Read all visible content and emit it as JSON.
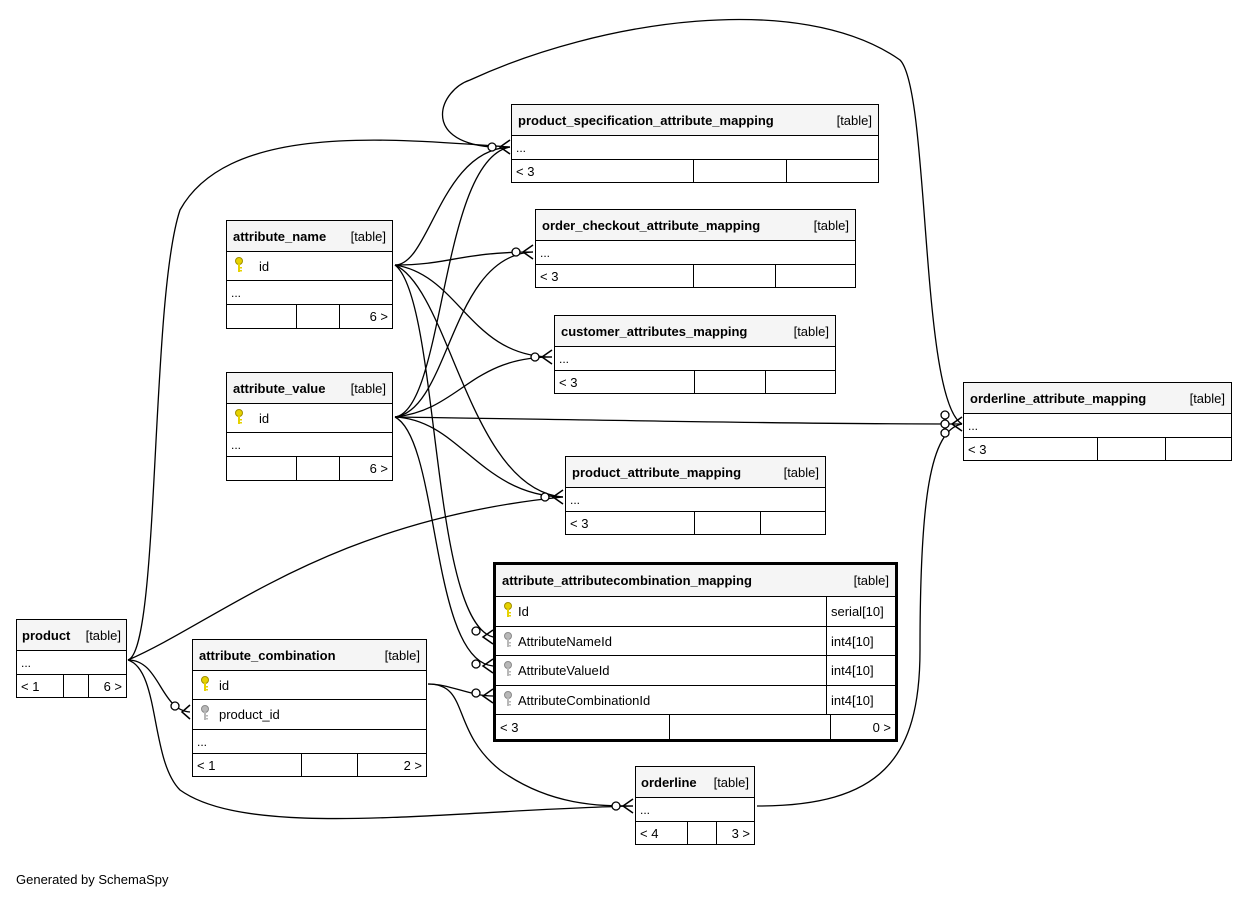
{
  "tables": {
    "psam": {
      "name": "product_specification_attribute_mapping",
      "type": "[table]",
      "dots": "...",
      "foot": [
        "< 3",
        "",
        ""
      ]
    },
    "ocam": {
      "name": "order_checkout_attribute_mapping",
      "type": "[table]",
      "dots": "...",
      "foot": [
        "< 3",
        "",
        ""
      ]
    },
    "cam": {
      "name": "customer_attributes_mapping",
      "type": "[table]",
      "dots": "...",
      "foot": [
        "< 3",
        "",
        ""
      ]
    },
    "olam": {
      "name": "orderline_attribute_mapping",
      "type": "[table]",
      "dots": "...",
      "foot": [
        "< 3",
        "",
        ""
      ]
    },
    "pam": {
      "name": "product_attribute_mapping",
      "type": "[table]",
      "dots": "...",
      "foot": [
        "< 3",
        "",
        ""
      ]
    },
    "attribute_name": {
      "name": "attribute_name",
      "type": "[table]",
      "col": "id",
      "dots": "...",
      "foot": [
        "",
        "",
        "6 >"
      ]
    },
    "attribute_value": {
      "name": "attribute_value",
      "type": "[table]",
      "col": "id",
      "dots": "...",
      "foot": [
        "",
        "",
        "6 >"
      ]
    },
    "aacm": {
      "name": "attribute_attributecombination_mapping",
      "type": "[table]",
      "columns": [
        {
          "name": "Id",
          "type": "serial[10]",
          "key": "primary"
        },
        {
          "name": "AttributeNameId",
          "type": "int4[10]",
          "key": "foreign"
        },
        {
          "name": "AttributeValueId",
          "type": "int4[10]",
          "key": "foreign"
        },
        {
          "name": "AttributeCombinationId",
          "type": "int4[10]",
          "key": "foreign"
        }
      ],
      "foot": [
        "< 3",
        "",
        "0 >"
      ]
    },
    "product": {
      "name": "product",
      "type": "[table]",
      "dots": "...",
      "foot": [
        "< 1",
        "",
        "6 >"
      ]
    },
    "attribute_combination": {
      "name": "attribute_combination",
      "type": "[table]",
      "col1": "id",
      "col2": "product_id",
      "dots": "...",
      "foot": [
        "< 1",
        "",
        "2 >"
      ]
    },
    "orderline": {
      "name": "orderline",
      "type": "[table]",
      "dots": "...",
      "foot": [
        "< 4",
        "",
        "3 >"
      ]
    }
  },
  "colors": {
    "primary_key": "#e6d200",
    "foreign_key": "#a8a8a8",
    "header_bg": "#f5f5f5"
  },
  "icons": {
    "primary_key": "key-icon",
    "foreign_key": "key-icon"
  },
  "footer": "Generated by SchemaSpy"
}
